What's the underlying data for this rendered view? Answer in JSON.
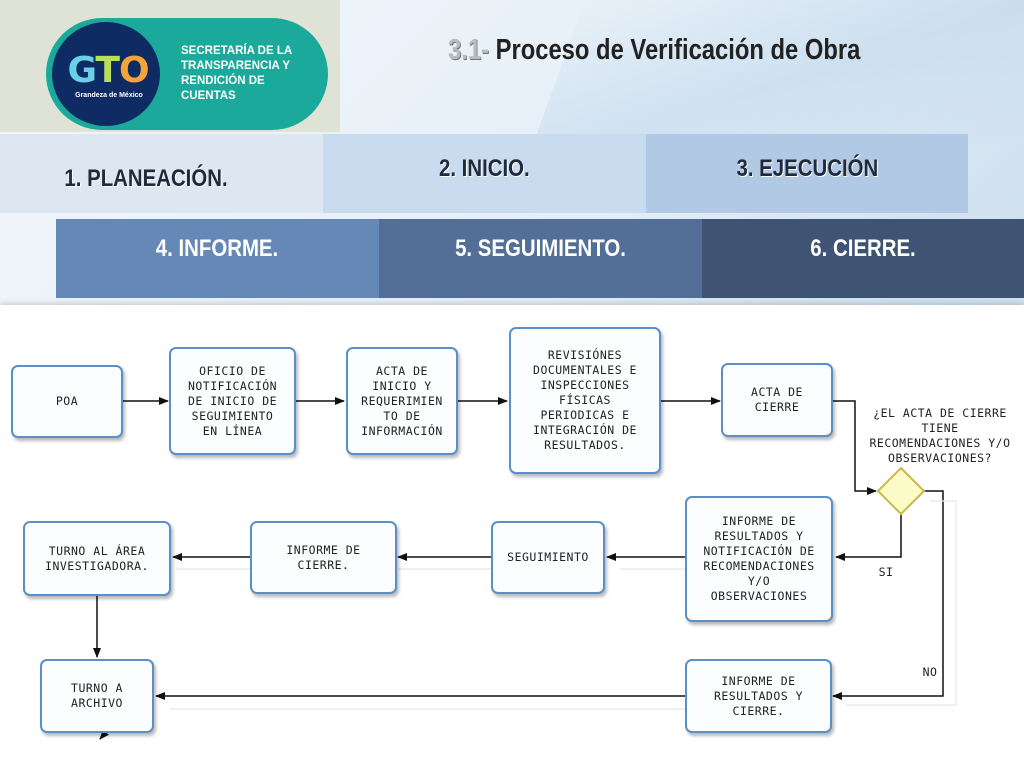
{
  "header": {
    "logo_text": {
      "g": "G",
      "t": "T",
      "o": "O"
    },
    "logo_tagline": "Grandeza de México",
    "org_lines": [
      "SECRETARÍA DE LA",
      "TRANSPARENCIA Y",
      "RENDICIÓN DE",
      "CUENTAS"
    ],
    "title_number": "3.1-",
    "title_text": " Proceso de Verificación de Obra"
  },
  "phases": [
    "1. PLANEACIÓN.",
    "2. INICIO.",
    "3. EJECUCIÓN",
    "4. INFORME.",
    "5. SEGUIMIENTO.",
    "6. CIERRE."
  ],
  "flowchart": {
    "nodes": {
      "poa": "POA",
      "oficio": "OFICIO DE\nNOTIFICACIÓN\nDE INICIO DE\nSEGUIMIENTO\nEN LÍNEA",
      "acta_inicio": "ACTA DE\nINICIO Y\nREQUERIMIEN\nTO DE\nINFORMACIÓN",
      "revisiones": "REVISIÓNES\nDOCUMENTALES E\nINSPECCIONES\nFÍSICAS\nPERIODICAS E\nINTEGRACIÓN DE\nRESULTADOS.",
      "acta_cierre": "ACTA DE\nCIERRE",
      "informe_notif": "INFORME DE\nRESULTADOS Y\nNOTIFICACIÓN DE\nRECOMENDACIONES\nY/O\nOBSERVACIONES",
      "seguimiento": "SEGUIMIENTO",
      "informe_cierre": "INFORME DE\nCIERRE.",
      "turno_area": "TURNO AL ÁREA\nINVESTIGADORA.",
      "turno_archivo": "TURNO A\nARCHIVO",
      "informe_resultados_cierre": "INFORME DE\nRESULTADOS Y\nCIERRE."
    },
    "decision_question": "¿EL ACTA DE CIERRE\nTIENE\nRECOMENDACIONES Y/O\nOBSERVACIONES?",
    "branch_yes": "SI",
    "branch_no": "NO"
  },
  "colors": {
    "box_border": "#5b8fc7",
    "decision_fill": "#fbfbc8",
    "decision_border": "#c9b84a"
  }
}
